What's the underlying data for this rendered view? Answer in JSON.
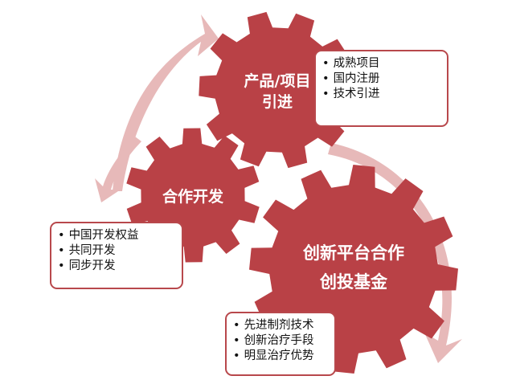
{
  "gears": {
    "product": {
      "line1": "产品/项目",
      "line2": "引进"
    },
    "cooperate": {
      "label": "合作开发"
    },
    "platform": {
      "line1": "创新平台合作",
      "line2": "创投基金"
    }
  },
  "boxes": {
    "product": [
      "成熟项目",
      "国内注册",
      "技术引进"
    ],
    "cooperate": [
      "中国开发权益",
      "共同开发",
      "同步开发"
    ],
    "platform": [
      "先进制剂技术",
      "创新治疗手段",
      "明显治疗优势"
    ]
  },
  "colors": {
    "gear": "#b94146",
    "arrow": "#e7b9b9",
    "border": "#b8484c"
  }
}
